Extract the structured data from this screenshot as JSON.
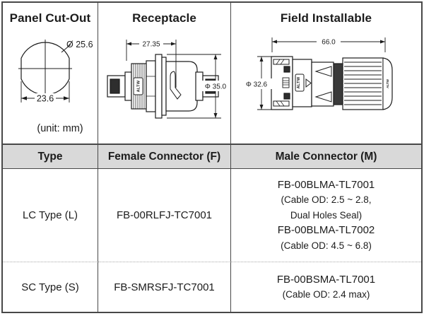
{
  "colors": {
    "header_bg": "#d9d9d9",
    "grid_border": "#484848",
    "line_color": "#1c1c1c",
    "row_separator": "#a8a8a8"
  },
  "sheet": {
    "unit_label": "(unit: mm)"
  },
  "drawings": {
    "panel_cutout": {
      "title": "Panel Cut-Out",
      "diameter": "Ø 25.6",
      "width": "23.6"
    },
    "receptacle": {
      "title": "Receptacle",
      "length": "27.35",
      "diameter": "Φ 35.0",
      "logo": "ALTW"
    },
    "field_installable": {
      "title": "Field Installable",
      "length": "66.0",
      "diameter": "Φ 32.6",
      "logo": "ALTW",
      "logo_end": "ALTW"
    }
  },
  "table": {
    "headers": {
      "type": "Type",
      "female": "Female Connector (F)",
      "male": "Male Connector (M)"
    },
    "rows": {
      "lc": {
        "type": "LC Type (L)",
        "female": "FB-00RLFJ-TC7001",
        "male_part1": "FB-00BLMA-TL7001",
        "male_note1a": "(Cable OD: 2.5 ~ 2.8,",
        "male_note1b": "Dual Holes Seal)",
        "male_part2": "FB-00BLMA-TL7002",
        "male_note2": "(Cable OD: 4.5 ~ 6.8)"
      },
      "sc": {
        "type": "SC Type (S)",
        "female": "FB-SMRSFJ-TC7001",
        "male_part1": "FB-00BSMA-TL7001",
        "male_note1": "(Cable OD: 2.4 max)"
      }
    }
  }
}
